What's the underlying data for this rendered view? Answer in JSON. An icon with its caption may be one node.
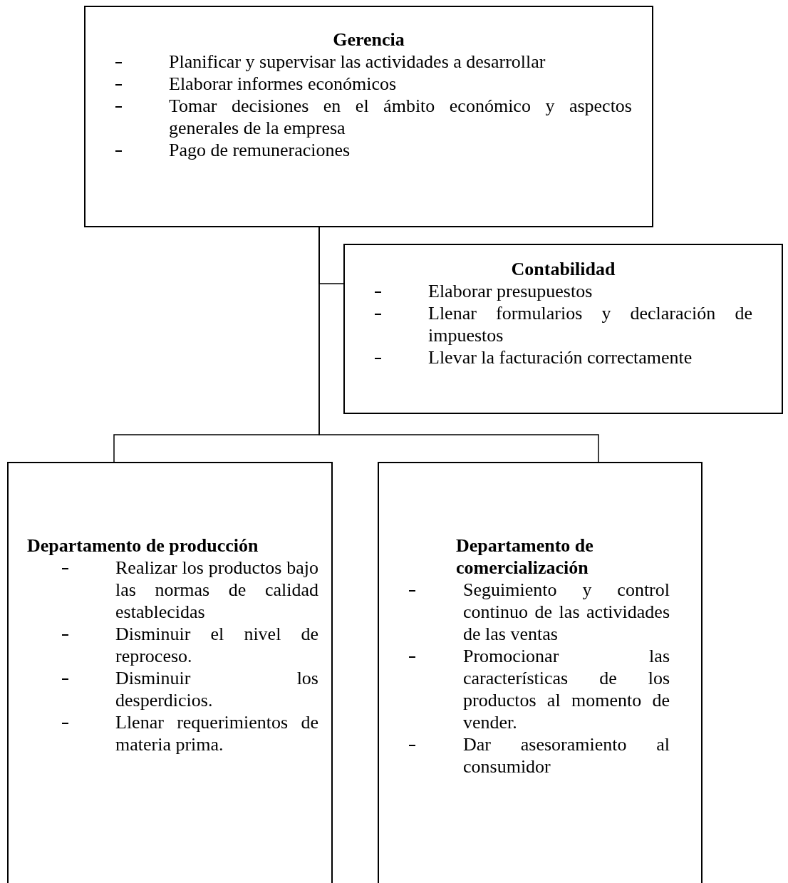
{
  "diagram": {
    "nodes": [
      {
        "text": [
          "Gerencia",
          "Planificar y supervisar las actividades a desarrollar",
          "Elaborar informes económicos",
          "Tomar decisiones en el ámbito económico y aspectos generales de la empresa",
          "Pago de remuneraciones"
        ]
      },
      {
        "text": [
          "Contabilidad",
          "Elaborar presupuestos",
          "Llenar formularios y declaración de impuestos",
          "Llevar la facturación correctamente"
        ]
      },
      {
        "text": [
          "Departamento de producción",
          "Realizar los productos bajo las normas de calidad establecidas",
          "Disminuir el nivel de reproceso.",
          "Disminuir los desperdicios.",
          "Llenar requerimientos de materia prima."
        ]
      },
      {
        "text": [
          "Departamento de comercialización",
          "Seguimiento y control continuo de las actividades de las ventas",
          "Promocionar las características de los productos al momento de vender.",
          "Dar asesoramiento al consumidor"
        ]
      }
    ],
    "edges": [
      {
        "from": 0,
        "to": 1,
        "arrow": "none"
      },
      {
        "from": 0,
        "to": 2,
        "arrow": "none"
      },
      {
        "from": 0,
        "to": 3,
        "arrow": "none"
      }
    ]
  }
}
